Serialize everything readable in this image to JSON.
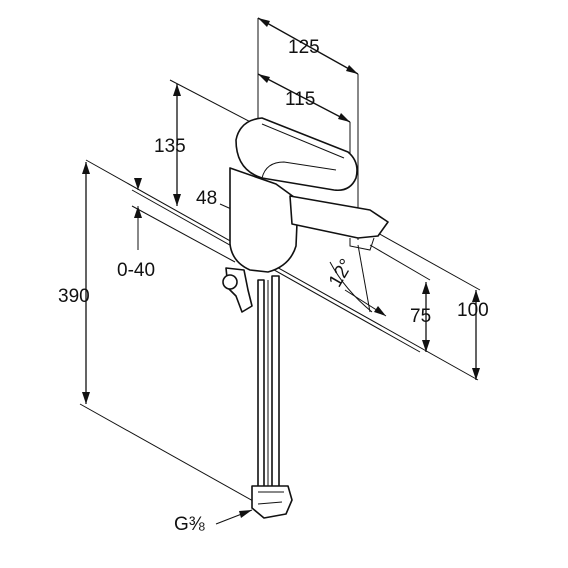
{
  "dimensions": {
    "d125": "125",
    "d115": "115",
    "d135": "135",
    "d48": "48",
    "d0_40": "0-40",
    "d390": "390",
    "d12": "12°",
    "d75": "75",
    "d100": "100",
    "g": "G⅜"
  },
  "colors": {
    "line": "#111111",
    "background": "#ffffff"
  }
}
